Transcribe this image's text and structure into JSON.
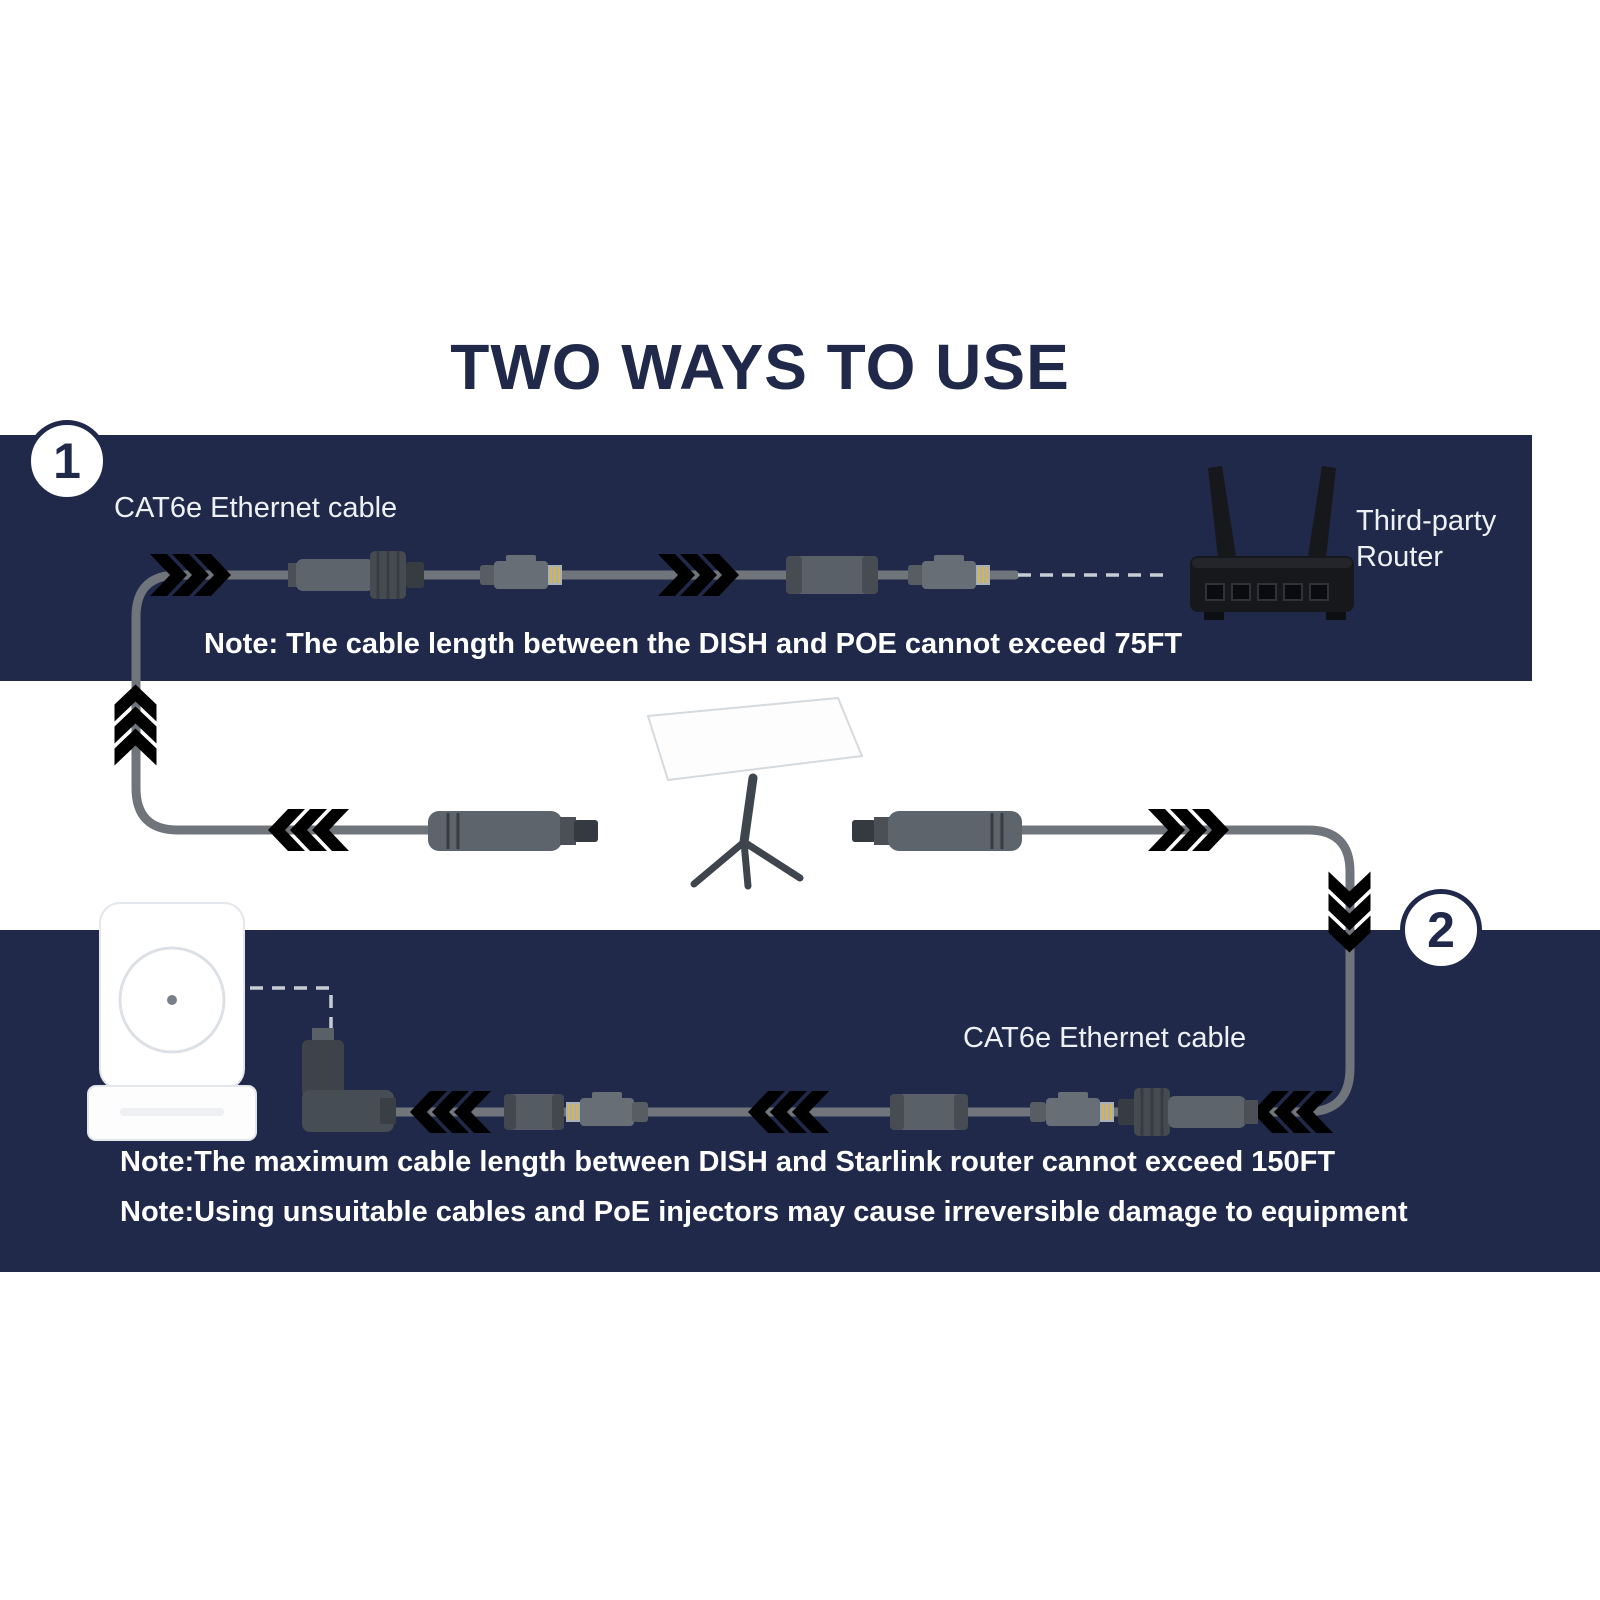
{
  "title": "TWO WAYS TO USE",
  "colors": {
    "navy": "#20294a",
    "title_navy": "#20294a",
    "arrow_blue": "#17a3e6",
    "cable_gray": "#70757b",
    "note_white": "#ffffff"
  },
  "section1": {
    "badge": "1",
    "cable_label": "CAT6e Ethernet cable",
    "router_label": "Third-party Router",
    "note": "Note: The cable length between the DISH and POE cannot exceed 75FT"
  },
  "section2": {
    "badge": "2",
    "cable_label": "CAT6e Ethernet cable",
    "note1": "Note:The maximum cable length between DISH and Starlink router cannot exceed 150FT",
    "note2": "Note:Using unsuitable cables and PoE injectors may cause irreversible damage to equipment"
  }
}
